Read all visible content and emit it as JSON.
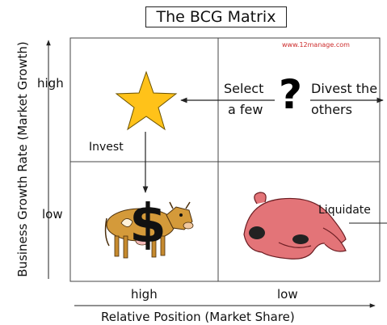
{
  "title": "The BCG Matrix",
  "watermark": "www.12manage.com",
  "axes": {
    "y_label": "Business Growth Rate (Market Growth)",
    "x_label": "Relative Position (Market Share)",
    "y_high": "high",
    "y_low": "low",
    "x_high": "high",
    "x_low": "low"
  },
  "quadrants": {
    "top_right_left_text": [
      "Select",
      "a few"
    ],
    "question_mark": "?",
    "top_right_right_text": [
      "Divest the",
      "others"
    ],
    "top_left_arrow_label": "Invest",
    "bottom_left_symbol": "$",
    "bottom_right_label": "Liquidate"
  },
  "icons": [
    "star-icon",
    "cash-cow-icon",
    "dollar-sign-icon",
    "dog-icon",
    "question-mark-icon"
  ],
  "colors": {
    "star": "#ffc219",
    "cow": "#d49a3a",
    "dog": "#e37478",
    "watermark": "#cc2a2a",
    "lines": "#222222"
  }
}
